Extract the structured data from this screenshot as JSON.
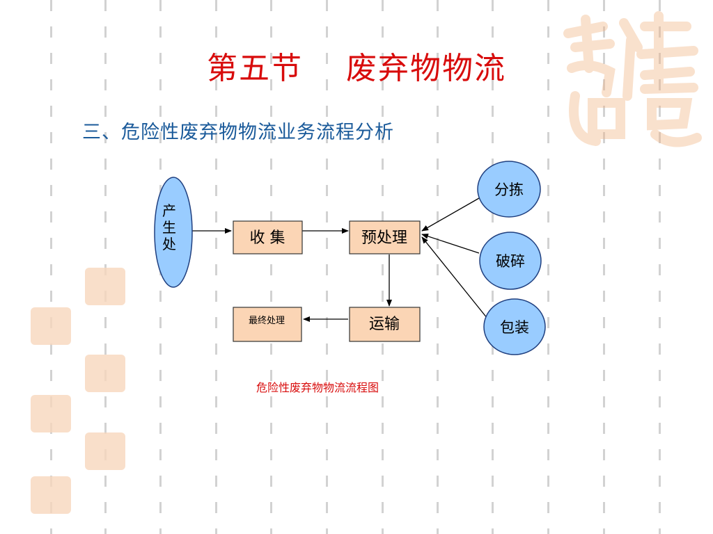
{
  "slide": {
    "title": "第五节　 废弃物物流",
    "subtitle": "三、危险性废弃物物流业务流程分析",
    "caption": "危险性废弃物物流流程图",
    "seal_text": "吉祥如意"
  },
  "diagram": {
    "nodes": {
      "source": [
        "产",
        "生",
        "处"
      ],
      "collect": "收 集",
      "pretreat": "预处理",
      "transport": "运输",
      "final": "最终处理",
      "sort": "分拣",
      "crush": "破碎",
      "pack": "包装"
    },
    "edges": [
      [
        "source",
        "collect"
      ],
      [
        "collect",
        "pretreat"
      ],
      [
        "pretreat",
        "transport"
      ],
      [
        "transport",
        "final"
      ],
      [
        "sort",
        "pretreat"
      ],
      [
        "crush",
        "pretreat"
      ],
      [
        "pack",
        "pretreat"
      ]
    ]
  },
  "colors": {
    "title": "#d80c0c",
    "subtitle": "#1a5a9a",
    "box_fill": "#fbd5b5",
    "ellipse_fill": "#99ccff",
    "ellipse_stroke": "#1f3f7f"
  }
}
